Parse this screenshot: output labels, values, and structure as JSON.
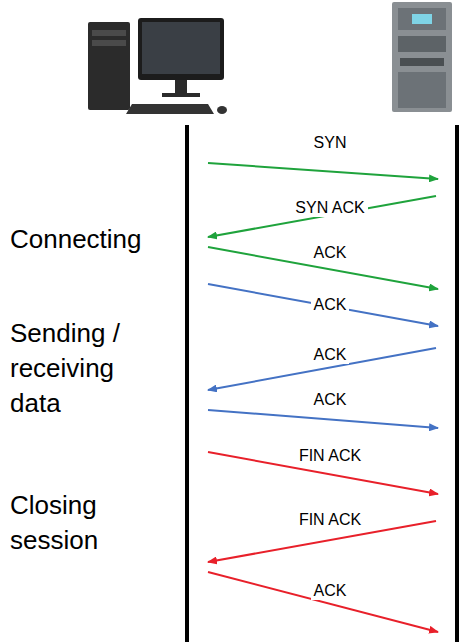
{
  "diagram": {
    "labels": [
      "SYN",
      "SYN ACK",
      "Connecting",
      "ACK",
      "ACK",
      "ACK",
      "Sending / receiving data",
      "ACK",
      "FIN ACK",
      "FIN ACK",
      "Closing session",
      "ACK"
    ]
  }
}
